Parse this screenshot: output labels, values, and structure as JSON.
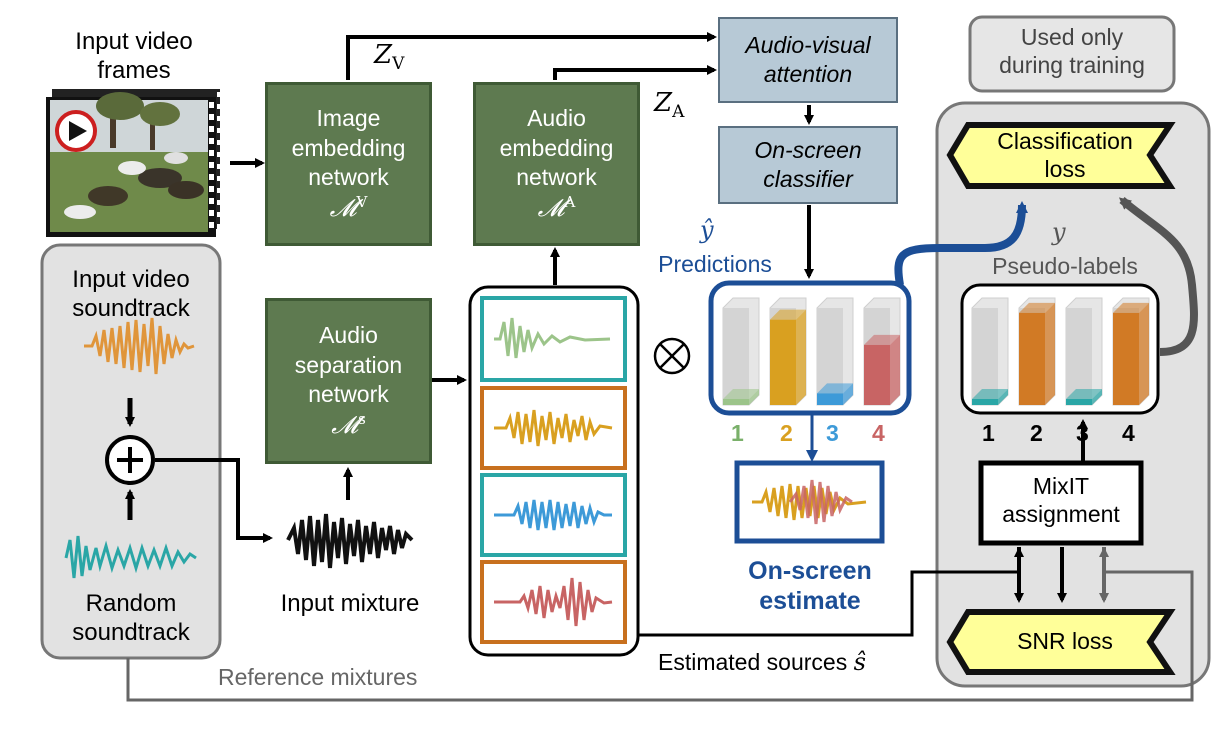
{
  "input_video": {
    "title": "Input video frames"
  },
  "zv_label": "Z",
  "zv_sub": "V",
  "za_label": "Z",
  "za_sub": "A",
  "image_net": {
    "l1": "Image",
    "l2": "embedding",
    "l3": "network",
    "math": "𝓜",
    "sup": "V"
  },
  "audio_net": {
    "l1": "Audio",
    "l2": "embedding",
    "l3": "network",
    "math": "𝓜",
    "sup": "A"
  },
  "sep_net": {
    "l1": "Audio",
    "l2": "separation",
    "l3": "network",
    "math": "𝓜",
    "sup": "s"
  },
  "attention": {
    "l1": "Audio-visual",
    "l2": "attention"
  },
  "classifier": {
    "l1": "On-screen",
    "l2": "classifier"
  },
  "training_only": {
    "l1": "Used only",
    "l2": "during training"
  },
  "class_loss": {
    "l1": "Classification",
    "l2": "loss"
  },
  "snr_loss": "SNR loss",
  "mixit": {
    "l1": "MixIT",
    "l2": "assignment"
  },
  "y_label": "y",
  "yhat_label": "ŷ",
  "pseudo_labels": "Pseudo-labels",
  "predictions": "Predictions",
  "soundtrack": {
    "l1": "Input video",
    "l2": "soundtrack"
  },
  "random": {
    "l1": "Random",
    "l2": "soundtrack"
  },
  "input_mixture": "Input mixture",
  "estimated_sources": "Estimated sources",
  "s_hat": "ŝ",
  "onscreen_estimate": {
    "l1": "On-screen",
    "l2": "estimate"
  },
  "reference_mixtures": "Reference mixtures",
  "pred_numbers": [
    "1",
    "2",
    "3",
    "4"
  ],
  "pseudo_numbers": [
    "1",
    "2",
    "3",
    "4"
  ],
  "prediction_fill": [
    0.05,
    0.88,
    0.12,
    0.62
  ],
  "pseudo_fill": [
    0.05,
    0.95,
    0.05,
    0.95
  ],
  "colors": {
    "green_net": "#5e7a50",
    "blue_box": "#b7c9d6",
    "orange_wave": "#e0953a",
    "teal_wave": "#2aa6a6",
    "source_green": "#9cc48a",
    "source_yellow": "#d9a020",
    "source_blue": "#3d9ad8",
    "source_red": "#c86464",
    "highlight_blue": "#1c4e96",
    "loss_yellow": "#ffff99"
  }
}
